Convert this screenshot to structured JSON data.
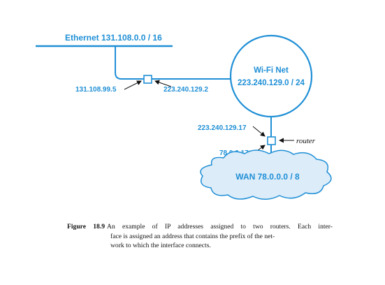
{
  "colors": {
    "accent": "#1f8fd6",
    "text": "#111111"
  },
  "networks": {
    "ethernet": {
      "label": "Ethernet  131.108.0.0 / 16"
    },
    "wifi": {
      "title": "Wi-Fi Net",
      "prefix": "223.240.129.0 / 24"
    },
    "wan": {
      "label": "WAN  78.0.0.0 / 8"
    }
  },
  "router1": {
    "ethernet_address": "131.108.99.5",
    "wifi_address": "223.240.129.2"
  },
  "router2": {
    "wifi_address": "223.240.129.17",
    "wan_address": "78.0.0.17",
    "label": "router"
  },
  "caption": {
    "number": "Figure 18.9",
    "line1": "An example of IP addresses assigned to two routers.  Each inter-",
    "line2": "face is assigned an address that contains the prefix of the net-",
    "line3": "work to which the interface connects."
  }
}
